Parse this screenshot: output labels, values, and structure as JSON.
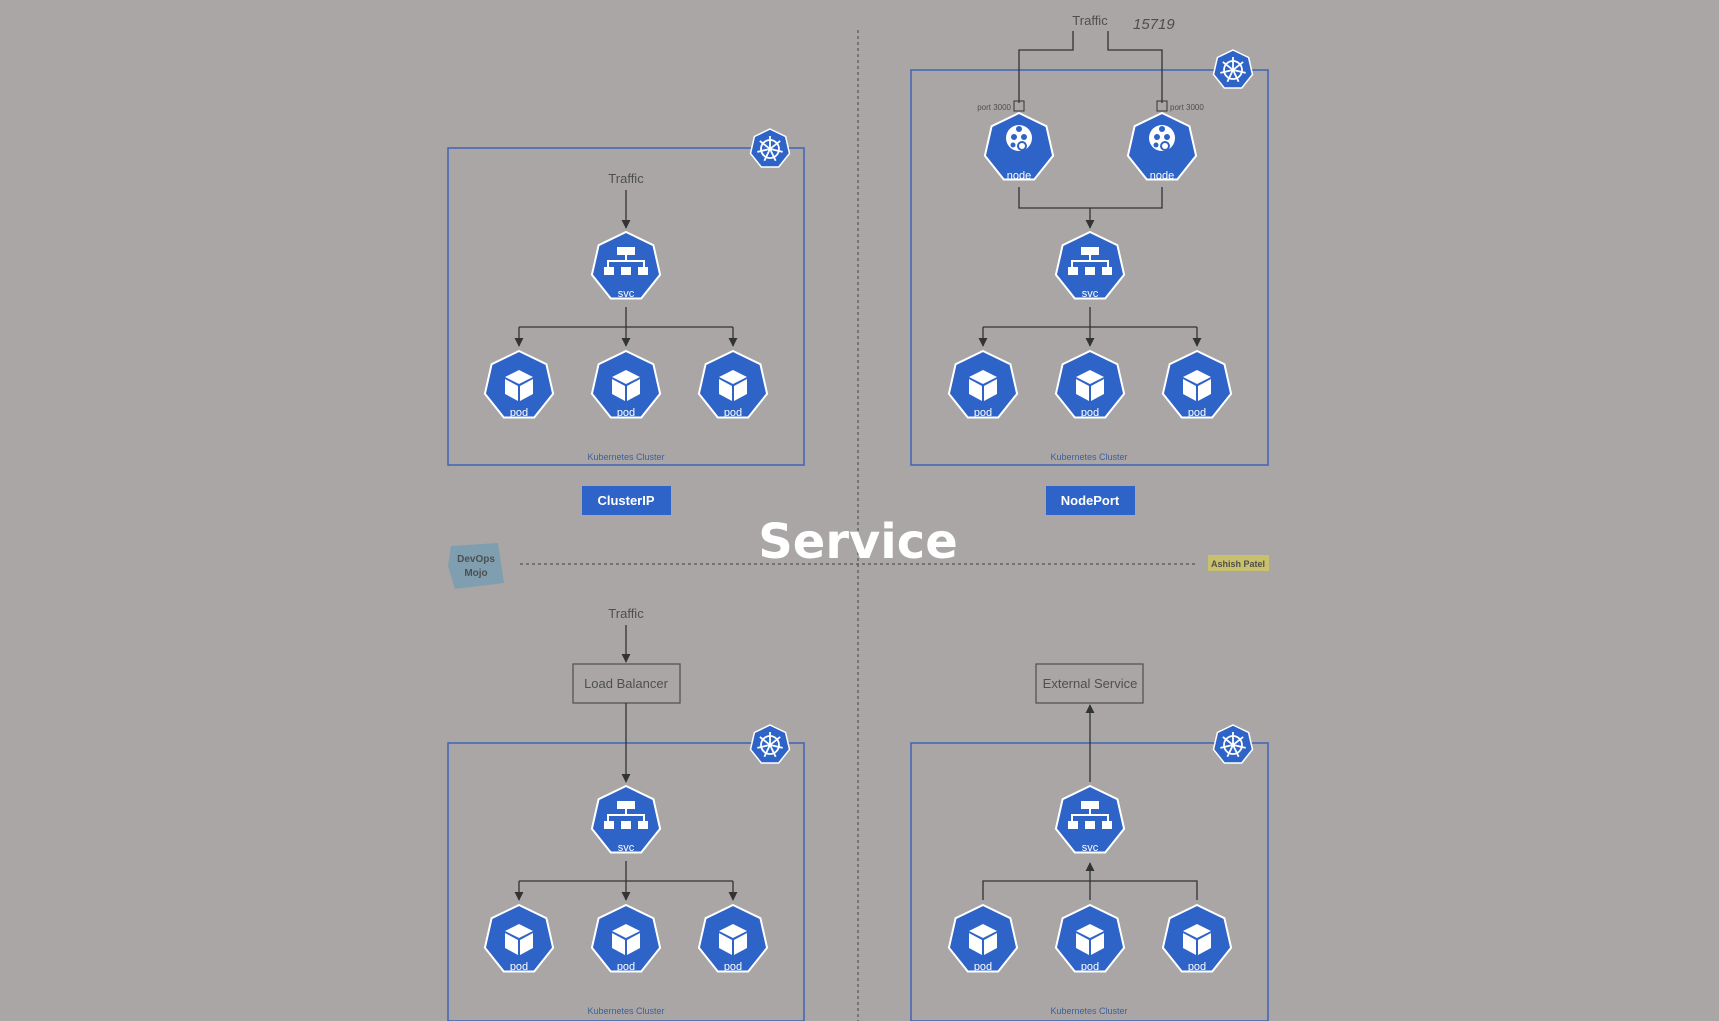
{
  "title": "Service",
  "watermark": "15719",
  "badge_left": {
    "line1": "DevOps",
    "line2": "Mojo"
  },
  "badge_right": "Ashish Patel",
  "colors": {
    "kube_blue": "#2e63c7",
    "cluster_border": "#3f63b5",
    "background": "#a9a6a5"
  },
  "quadrants": [
    {
      "type_label": "ClusterIP",
      "traffic": "Traffic",
      "cluster_label": "Kubernetes Cluster",
      "svc_label": "svc",
      "pods": [
        "pod",
        "pod",
        "pod"
      ]
    },
    {
      "type_label": "NodePort",
      "traffic": "Traffic",
      "cluster_label": "Kubernetes Cluster",
      "svc_label": "svc",
      "nodes": [
        {
          "label": "node",
          "port": "port 3000"
        },
        {
          "label": "node",
          "port": "port 3000"
        }
      ],
      "pods": [
        "pod",
        "pod",
        "pod"
      ]
    },
    {
      "traffic": "Traffic",
      "box_label": "Load Balancer",
      "cluster_label": "Kubernetes Cluster",
      "svc_label": "svc",
      "pods": [
        "pod",
        "pod",
        "pod"
      ]
    },
    {
      "box_label": "External Service",
      "cluster_label": "Kubernetes Cluster",
      "svc_label": "svc",
      "pods": [
        "pod",
        "pod",
        "pod"
      ]
    }
  ],
  "icons": {
    "helm": "kubernetes-helm-icon",
    "svc": "service-hierarchy-icon",
    "pod": "pod-cube-icon",
    "node": "node-gears-icon"
  }
}
